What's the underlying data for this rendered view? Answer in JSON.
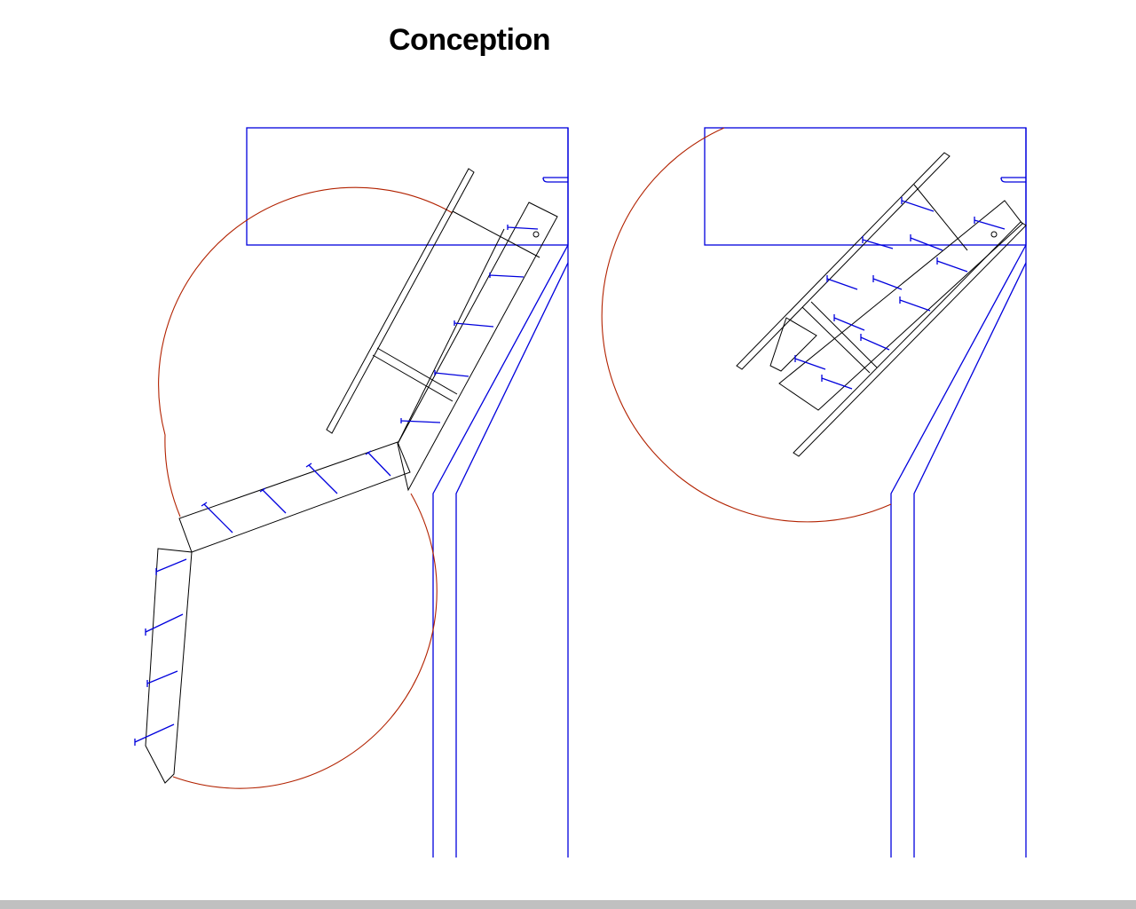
{
  "title": "Conception",
  "colors": {
    "wall": "#0000dd",
    "ladder": "#000000",
    "swing_arc": "#b22200",
    "background": "#ffffff",
    "bottom_bar": "#c0c0c0"
  },
  "views": [
    {
      "name": "deployed-ladder-view"
    },
    {
      "name": "folded-ladder-view"
    }
  ]
}
